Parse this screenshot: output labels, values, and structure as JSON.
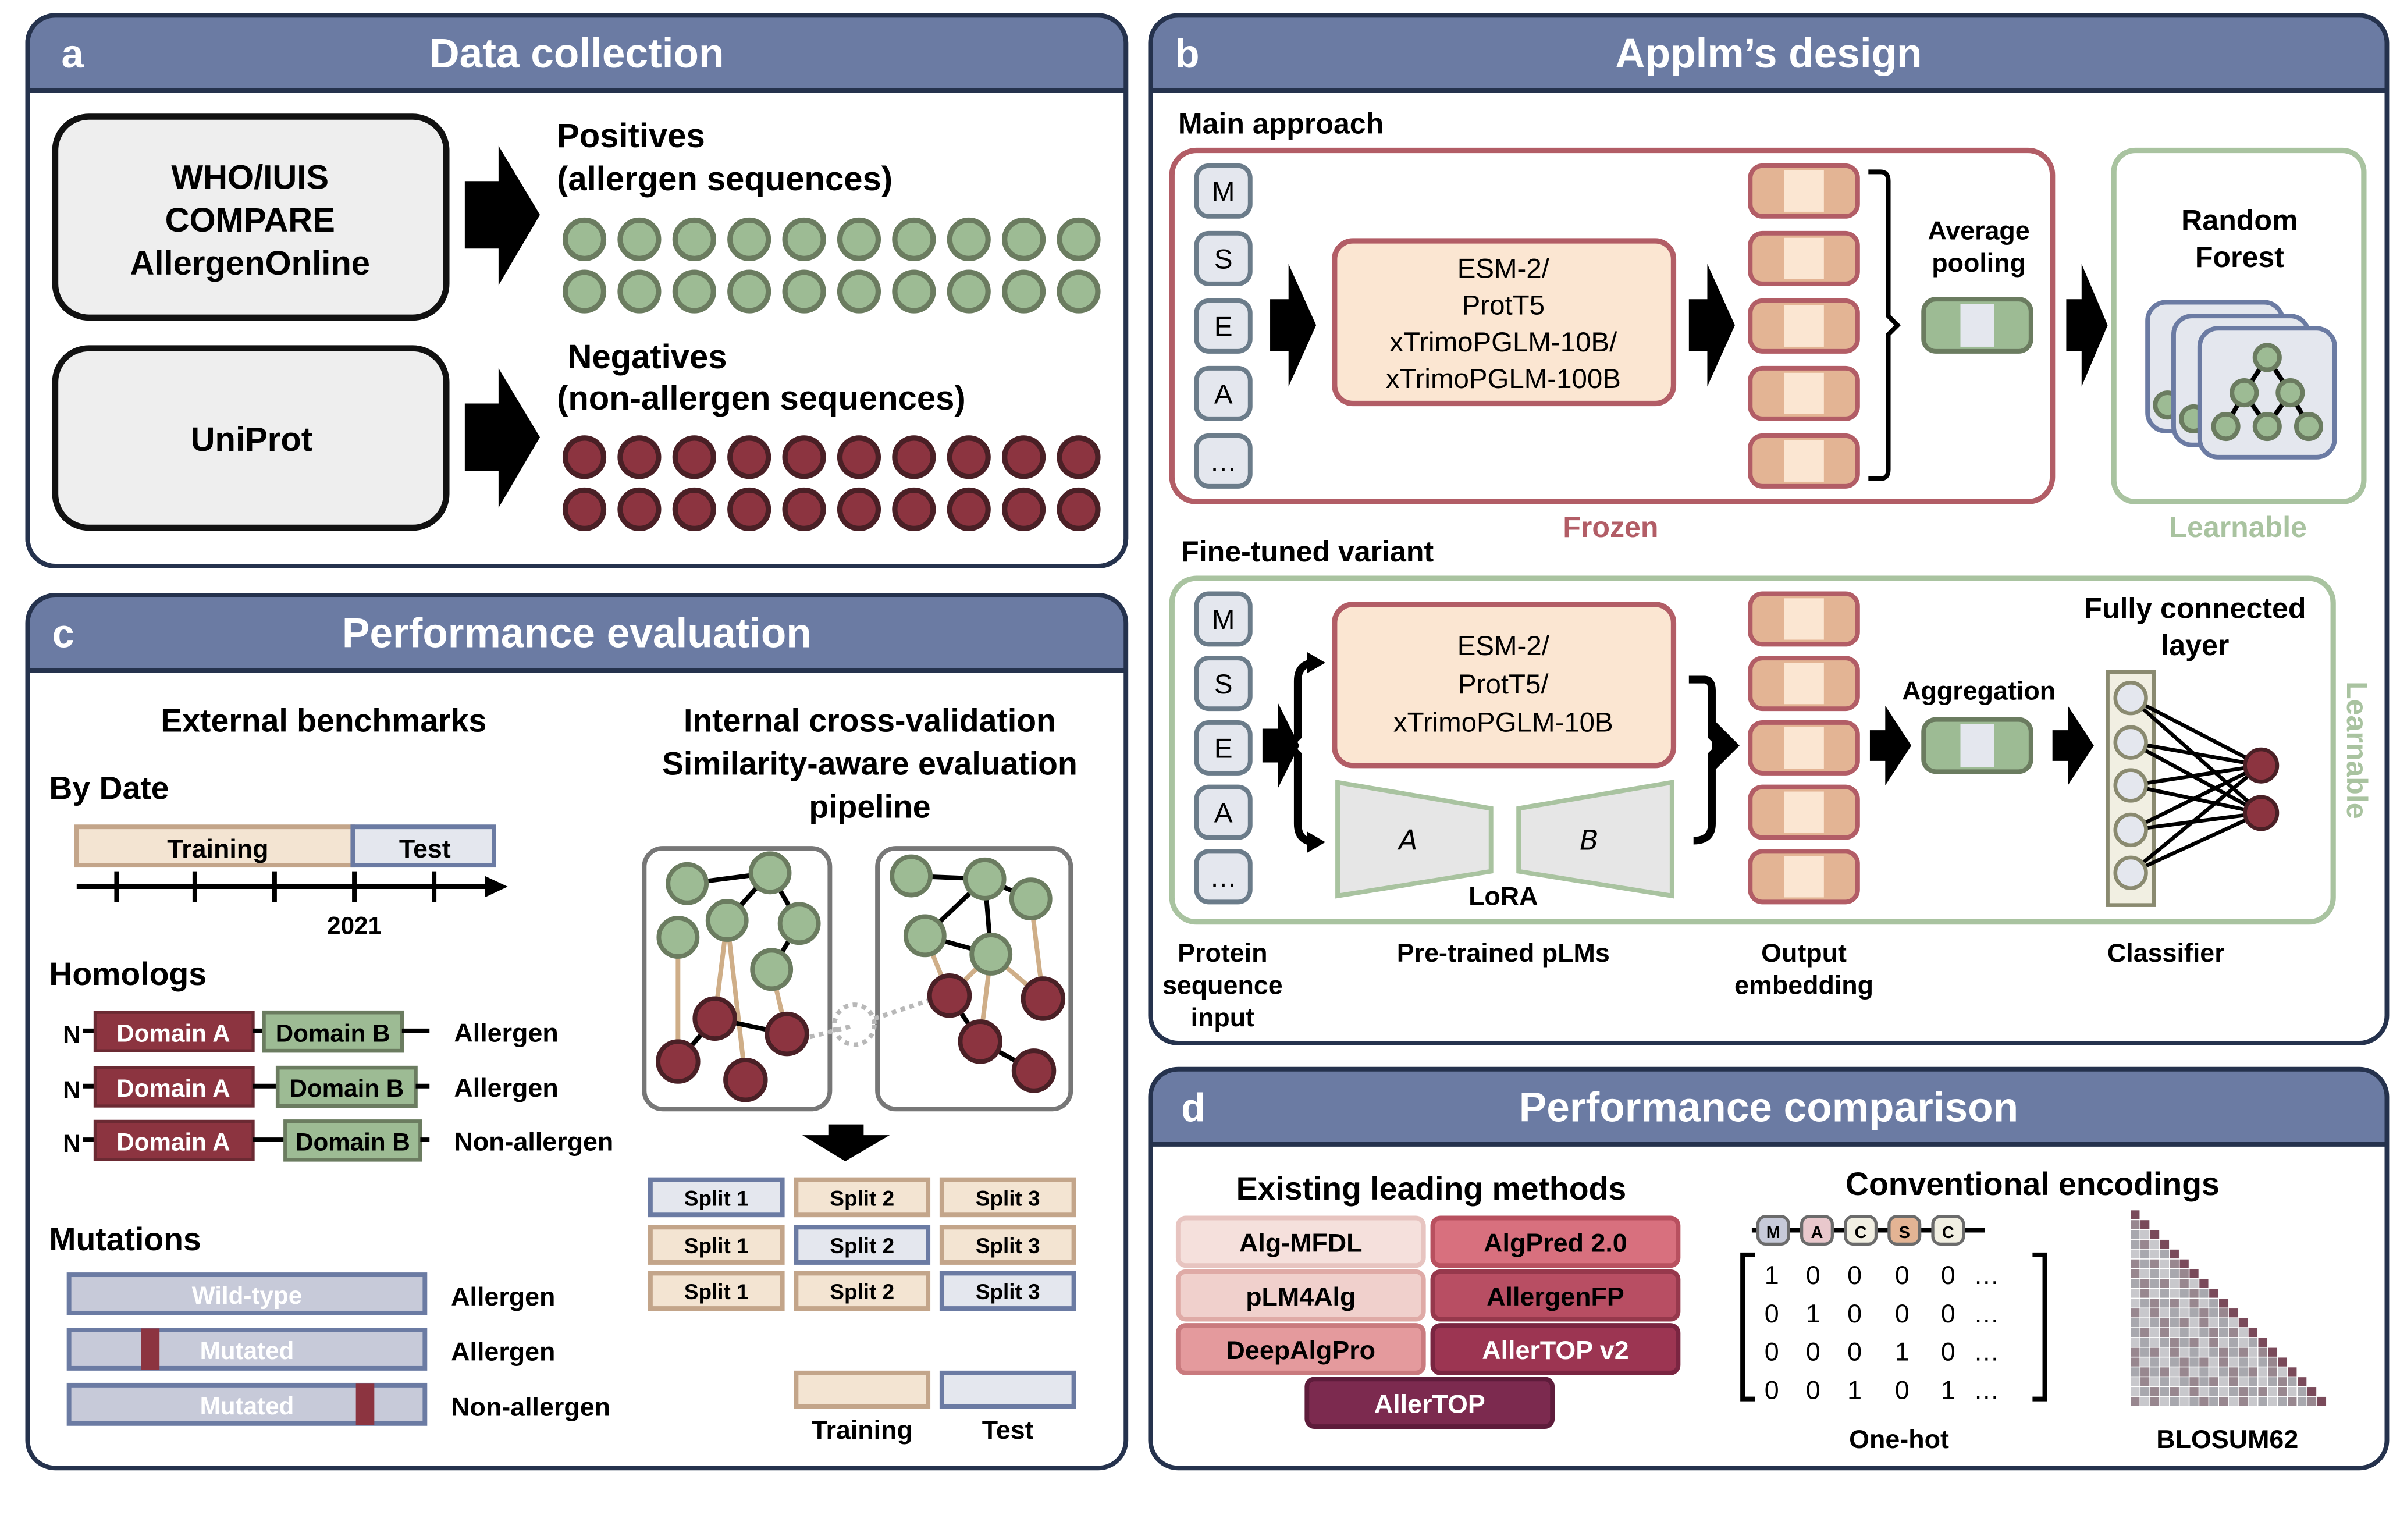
{
  "colors": {
    "panel_header": "#6b7ba3",
    "panel_border": "#25324d",
    "positive": "#9dbb94",
    "positive_border": "#6b7c60",
    "negative": "#8c3440",
    "negative_border": "#4a2026",
    "frozen": "#b25d66",
    "learnable": "#a9c3a0",
    "training": "#f3e4d2",
    "test": "#e4e7ee"
  },
  "panel_a": {
    "letter": "a",
    "title": "Data collection",
    "source1": [
      "WHO/IUIS",
      "COMPARE",
      "AllergenOnline"
    ],
    "source2": "UniProt",
    "pos_label": [
      "Positives",
      "(allergen sequences)"
    ],
    "neg_label": [
      "Negatives",
      "(non-allergen sequences)"
    ]
  },
  "panel_b": {
    "letter": "b",
    "title": "Applm’s design",
    "main_approach": "Main approach",
    "finetuned": "Fine-tuned variant",
    "sequence": [
      "M",
      "S",
      "E",
      "A",
      "…"
    ],
    "models_main": [
      "ESM-2/",
      "ProtT5",
      "xTrimoPGLM-10B/",
      "xTrimoPGLM-100B"
    ],
    "models_ft": [
      "ESM-2/",
      "ProtT5/",
      "xTrimoPGLM-10B"
    ],
    "avg_pooling": [
      "Average",
      "pooling"
    ],
    "random_forest": [
      "Random",
      "Forest"
    ],
    "frozen": "Frozen",
    "learnable": "Learnable",
    "lora": "LoRA",
    "lora_a": "A",
    "lora_b": "B",
    "aggregation": "Aggregation",
    "fc_layer": [
      "Fully connected",
      "layer"
    ],
    "bottom": {
      "input": [
        "Protein",
        "sequence",
        "input"
      ],
      "pretrained": "Pre-trained pLMs",
      "output": [
        "Output",
        "embedding"
      ],
      "classifier": "Classifier"
    }
  },
  "panel_c": {
    "letter": "c",
    "title": "Performance evaluation",
    "ext_bench": "External benchmarks",
    "by_date": "By Date",
    "training": "Training",
    "test": "Test",
    "year": "2021",
    "homologs": "Homologs",
    "n": "N",
    "domain_a": "Domain A",
    "domain_b": "Domain B",
    "allergen": "Allergen",
    "non_allergen": "Non-allergen",
    "mutations": "Mutations",
    "wild_type": "Wild-type",
    "mutated": "Mutated",
    "internal": [
      "Internal cross-validation",
      "Similarity-aware evaluation",
      "pipeline"
    ],
    "split1": "Split 1",
    "split2": "Split 2",
    "split3": "Split 3",
    "legend_training": "Training",
    "legend_test": "Test"
  },
  "panel_d": {
    "letter": "d",
    "title": "Performance comparison",
    "existing": "Existing leading methods",
    "methods": [
      "Alg-MFDL",
      "AlgPred 2.0",
      "pLM4Alg",
      "AllergenFP",
      "DeepAlgPro",
      "AllerTOP v2",
      "AllerTOP"
    ],
    "conventional": "Conventional encodings",
    "seq_letters": [
      "M",
      "A",
      "C",
      "S",
      "C"
    ],
    "onehot_rows": [
      [
        "1",
        "0",
        "0",
        "0",
        "0",
        "…"
      ],
      [
        "0",
        "1",
        "0",
        "0",
        "0",
        "…"
      ],
      [
        "0",
        "0",
        "0",
        "1",
        "0",
        "…"
      ],
      [
        "0",
        "0",
        "1",
        "0",
        "1",
        "…"
      ]
    ],
    "onehot": "One-hot",
    "blosum": "BLOSUM62"
  }
}
